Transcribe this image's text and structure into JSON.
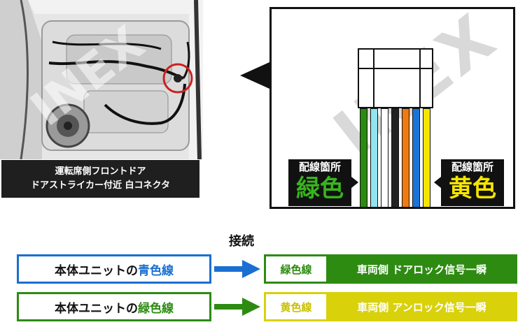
{
  "photo": {
    "caption_line1": "運転席側フロントドア",
    "caption_line2": "ドアストライカー付近 白コネクタ",
    "watermark": "INEX"
  },
  "connector": {
    "watermark": "INEX",
    "wire_colors": [
      "#2c8a12",
      "#8fe6f0",
      "#ffffff",
      "#222222",
      "#f07a12",
      "#1a74d8",
      "#f5e600"
    ],
    "left_label_top": "配線箇所",
    "left_label_color": "緑色",
    "left_label_color_hex": "#39b41e",
    "right_label_top": "配線箇所",
    "right_label_color": "黄色",
    "right_label_color_hex": "#f5e600"
  },
  "connection": {
    "title": "接続",
    "rows": [
      {
        "source_prefix": "本体ユニットの",
        "source_color_word": "青色線",
        "source_color": "#1a6fd1",
        "arrow_color": "#1a6fd1",
        "target_label": "緑色線",
        "target_color": "#2e8b12",
        "target_description": "車両側 ドアロック信号一瞬"
      },
      {
        "source_prefix": "本体ユニットの",
        "source_color_word": "緑色線",
        "source_color": "#2e8b12",
        "arrow_color": "#2e8b12",
        "target_label": "黄色線",
        "target_color": "#d9d10a",
        "target_description": "車両側 アンロック信号一瞬"
      }
    ]
  }
}
